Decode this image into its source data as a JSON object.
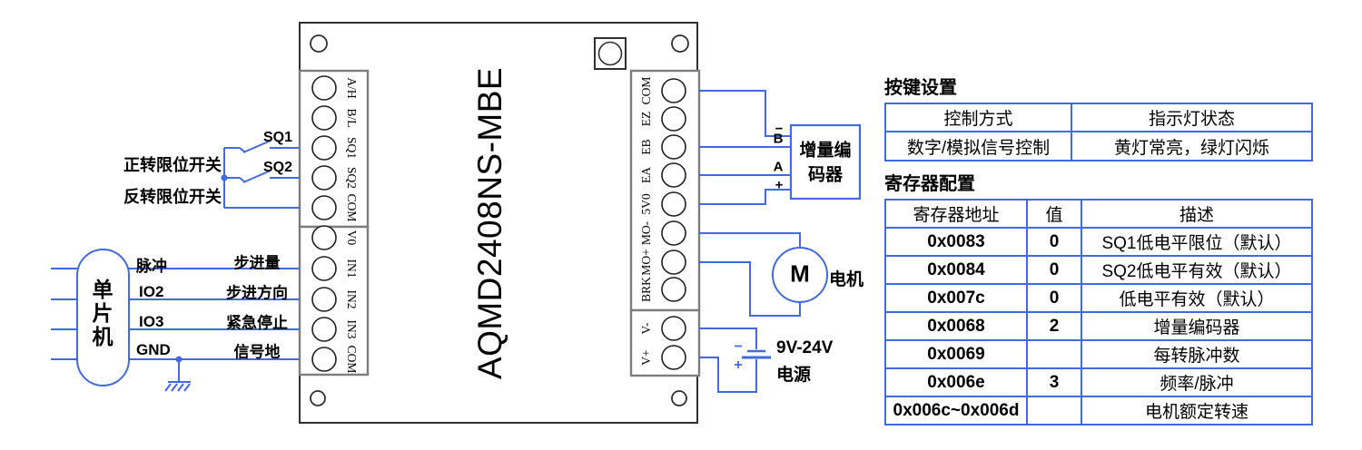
{
  "colors": {
    "wire_blue": "#4169e1",
    "outline_dark": "#2f2f2f",
    "block_gray": "#7d7d7d",
    "text_black": "#000000"
  },
  "diagram": {
    "mcu": {
      "label": "单片机",
      "pin_pulse": "脉冲",
      "pin_io2": "IO2",
      "pin_io3": "IO3",
      "pin_gnd": "GND"
    },
    "signal_labels": {
      "step_amount": "步进量",
      "step_direction": "步进方向",
      "emergency_stop": "紧急停止",
      "signal_ground": "信号地"
    },
    "limit_switches": {
      "forward_label": "正转限位开关",
      "reverse_label": "反转限位开关",
      "sq1": "SQ1",
      "sq2": "SQ2"
    },
    "board": {
      "title": "AQMD2408NS-MBE",
      "left_top_pins": [
        "A/H",
        "B/L",
        "SQ1",
        "SQ2",
        "COM"
      ],
      "left_bottom_pins": [
        "V0",
        "IN1",
        "IN2",
        "IN3",
        "COM"
      ],
      "right_top_pins": [
        "COM",
        "EZ",
        "EB",
        "EA",
        "5V0",
        "MO-",
        "MO+",
        "BRK"
      ],
      "right_bottom_pins": [
        "V-",
        "V+"
      ]
    },
    "encoder": {
      "label_line1": "增量编",
      "label_line2": "码器",
      "t_minus": "−",
      "t_b": "B",
      "t_a": "A",
      "t_plus": "+"
    },
    "motor": {
      "symbol": "M",
      "label": "电机"
    },
    "power": {
      "label_line1": "9V-24V",
      "label_line2": "电源"
    }
  },
  "tables": {
    "keys": {
      "title": "按键设置",
      "headers": [
        "控制方式",
        "指示灯状态"
      ],
      "rows": [
        [
          "数字/模拟信号控制",
          "黄灯常亮，绿灯闪烁"
        ]
      ]
    },
    "registers": {
      "title": "寄存器配置",
      "headers": [
        "寄存器地址",
        "值",
        "描述"
      ],
      "rows": [
        [
          "0x0083",
          "0",
          "SQ1低电平限位（默认）"
        ],
        [
          "0x0084",
          "0",
          "SQ2低电平有效（默认）"
        ],
        [
          "0x007c",
          "0",
          "低电平有效（默认）"
        ],
        [
          "0x0068",
          "2",
          "增量编码器"
        ],
        [
          "0x0069",
          "",
          "每转脉冲数"
        ],
        [
          "0x006e",
          "3",
          "频率/脉冲"
        ],
        [
          "0x006c~0x006d",
          "",
          "电机额定转速"
        ]
      ]
    }
  }
}
